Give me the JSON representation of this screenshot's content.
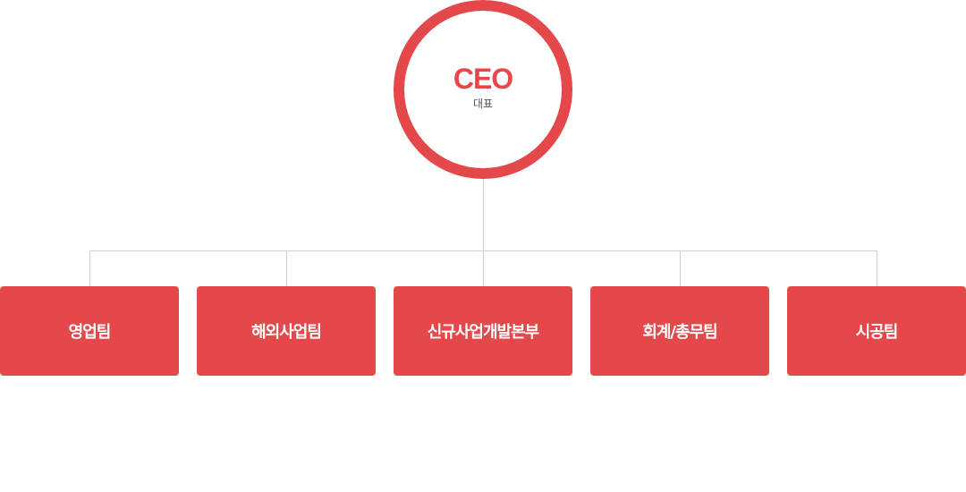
{
  "ceo": {
    "title": "CEO",
    "subtitle": "대표"
  },
  "teams": [
    {
      "label": "영업팀"
    },
    {
      "label": "해외사업팀"
    },
    {
      "label": "신규사업개발본부"
    },
    {
      "label": "회계/총무팀"
    },
    {
      "label": "시공팀"
    }
  ],
  "colors": {
    "accent": "#e5484a",
    "connector": "#cfcfcf",
    "box_text": "#ffffff",
    "subtitle_text": "#555555"
  }
}
